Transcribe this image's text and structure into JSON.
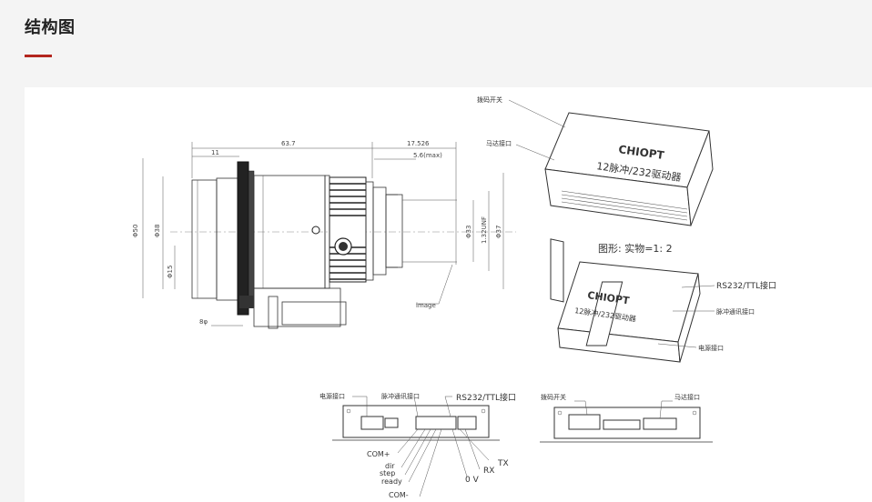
{
  "section": {
    "title": "结构图"
  },
  "lens_drawing": {
    "dims": {
      "total_len": "63.7",
      "front_len": "11",
      "back_len": "17.526",
      "max_len": "5.6(max)",
      "dia_left": "Φ50",
      "dia_inner": "Φ38",
      "dia_small": "Φ15",
      "dia_r1": "Φ33",
      "dia_r2": "1.32UNF",
      "dia_r3": "Φ37",
      "bottom_note": "8φ",
      "image": "image"
    }
  },
  "driver_iso_top": {
    "brand": "CHIOPT",
    "model": "12脉冲/232驱动器",
    "label_dip": "拨码开关",
    "label_motor": "马达接口"
  },
  "scale_note": "图形: 实物=1: 2",
  "driver_iso_bottom": {
    "brand": "CHIOPT",
    "model": "12脉冲/232驱动器",
    "label_rs232": "RS232/TTL接口",
    "label_pulse": "脉冲通讯接口",
    "label_power": "电源接口"
  },
  "front_view": {
    "label_power": "电源接口",
    "label_pulse": "脉冲通讯接口",
    "label_rs232": "RS232/TTL接口",
    "pins": [
      "COM+",
      "dir",
      "step",
      "ready",
      "COM-"
    ],
    "right_pins": [
      "TX",
      "RX",
      "0 V"
    ]
  },
  "back_view": {
    "label_dip": "拨码开关",
    "label_motor": "马达接口"
  }
}
